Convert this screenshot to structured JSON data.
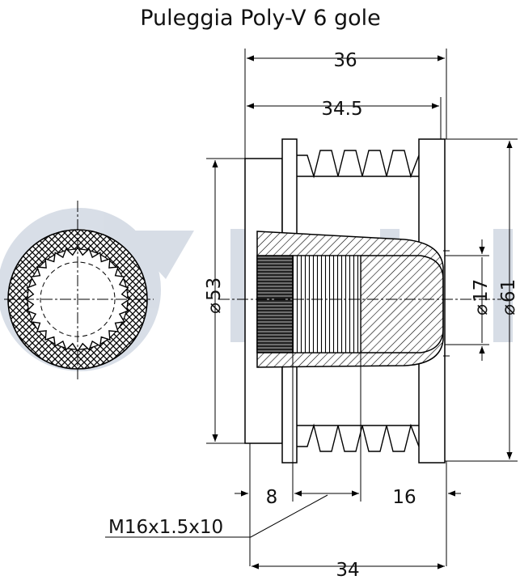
{
  "title": "Puleggia Poly-V 6 gole",
  "watermark": "RUVILLE",
  "dimensions": {
    "overall_length": "36",
    "body_length": "34.5",
    "diameter_53": "53",
    "diameter_17": "17",
    "diameter_61": "61",
    "left_offset": "8",
    "thread_depth": "16",
    "bottom_length": "34",
    "thread_spec": "M16x1.5x10",
    "diameter_symbol": "⌀"
  },
  "colors": {
    "line": "#000000",
    "watermark": "#c9d0dc",
    "hatch": "#000000",
    "background": "#ffffff"
  }
}
